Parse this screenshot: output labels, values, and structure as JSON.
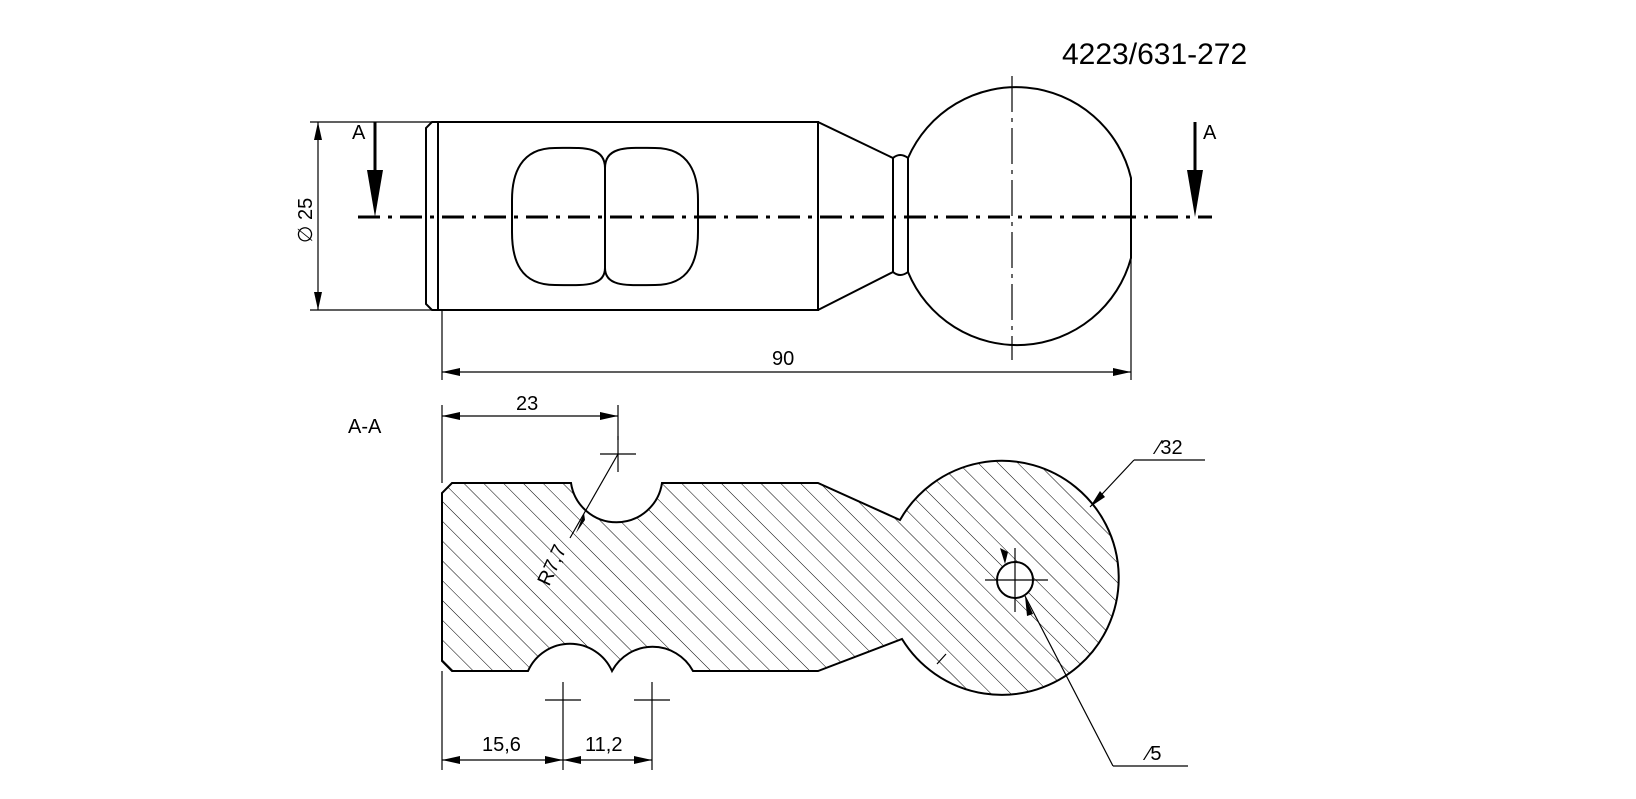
{
  "part_number": "4223/631-272",
  "section_marker": "A",
  "section_title": "A-A",
  "dimensions": {
    "shank_diameter": "∅ 25",
    "overall_length": "90",
    "groove_offset": "23",
    "groove_radius": "R7,7",
    "ball_diameter": "∕32",
    "hole_diameter": "∕5",
    "groove_pos_1": "15,6",
    "groove_pitch": "11,2"
  },
  "colors": {
    "line": "#000000",
    "background": "#ffffff"
  }
}
